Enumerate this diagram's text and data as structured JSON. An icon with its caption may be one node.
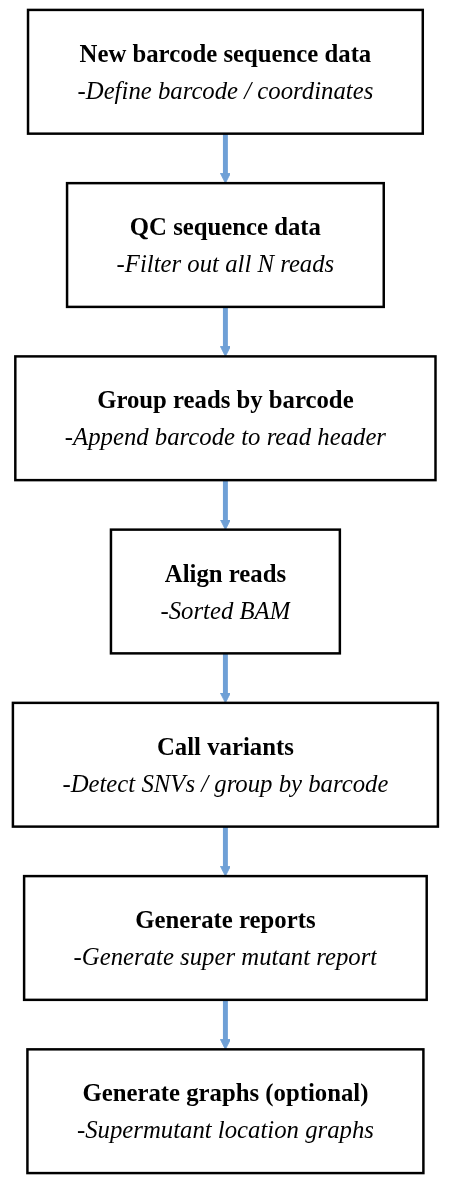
{
  "diagram": {
    "nodes": [
      {
        "text": [
          "New barcode sequence data",
          "-Define barcode / coordinates"
        ]
      },
      {
        "text": [
          "QC sequence data",
          "-Filter out all N reads"
        ]
      },
      {
        "text": [
          "Group reads by barcode",
          "-Append barcode to read header"
        ]
      },
      {
        "text": [
          "Align reads",
          "-Sorted BAM"
        ]
      },
      {
        "text": [
          "Call variants",
          "-Detect SNVs / group by barcode"
        ]
      },
      {
        "text": [
          "Generate reports",
          "-Generate super mutant report"
        ]
      },
      {
        "text": [
          "Generate graphs (optional)",
          "-Supermutant location graphs"
        ]
      }
    ],
    "edges": [
      {
        "from": 0,
        "to": 1,
        "arrow": "to"
      },
      {
        "from": 1,
        "to": 2,
        "arrow": "to"
      },
      {
        "from": 2,
        "to": 3,
        "arrow": "to"
      },
      {
        "from": 3,
        "to": 4,
        "arrow": "to"
      },
      {
        "from": 4,
        "to": 5,
        "arrow": "to"
      },
      {
        "from": 5,
        "to": 6,
        "arrow": "to"
      }
    ]
  }
}
